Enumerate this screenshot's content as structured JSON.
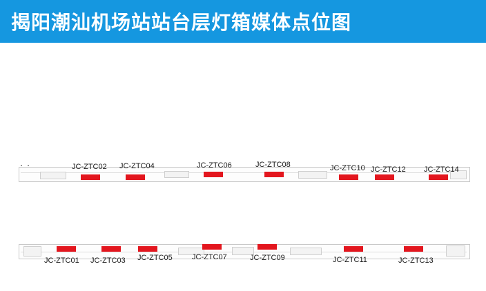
{
  "header": {
    "title": "揭阳潮汕机场站站台层灯箱媒体点位图",
    "background_color": "#1597e0"
  },
  "accent_color": "#e3161e",
  "upper_track": {
    "slots": [
      {
        "label": "JC-ZTC02"
      },
      {
        "label": "JC-ZTC04"
      },
      {
        "label": "JC-ZTC06"
      },
      {
        "label": "JC-ZTC08"
      },
      {
        "label": "JC-ZTC10"
      },
      {
        "label": "JC-ZTC12"
      },
      {
        "label": "JC-ZTC14"
      }
    ]
  },
  "lower_track": {
    "slots": [
      {
        "label": "JC-ZTC01"
      },
      {
        "label": "JC-ZTC03"
      },
      {
        "label": "JC-ZTC05"
      },
      {
        "label": "JC-ZTC07"
      },
      {
        "label": "JC-ZTC09"
      },
      {
        "label": "JC-ZTC11"
      },
      {
        "label": "JC-ZTC13"
      }
    ]
  }
}
